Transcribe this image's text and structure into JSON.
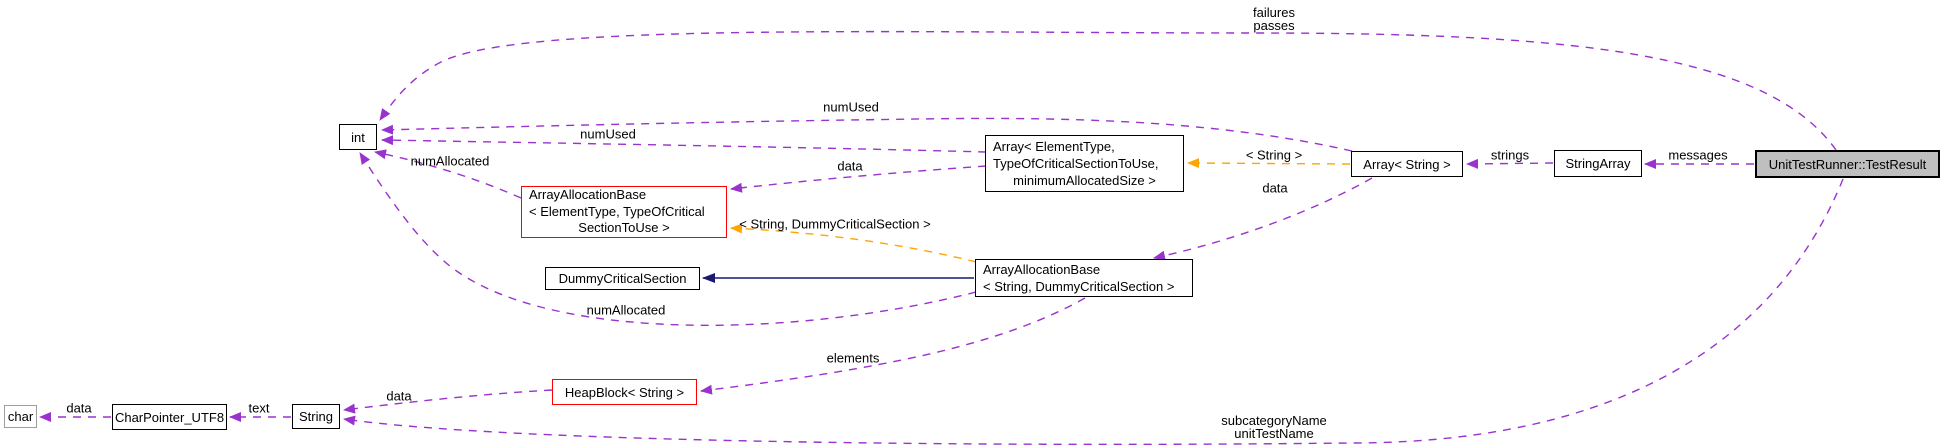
{
  "diagram": {
    "type": "collaboration-graph",
    "focus_node": "UnitTestRunner::TestResult",
    "colors": {
      "usage_edge": "#9a32cd",
      "template_edge": "#ffa500",
      "inheritance_edge": "#191970",
      "template_box_border": "#ff0000",
      "highlight_fill": "#bfbfbf",
      "external_box_border": "#9e9e9e"
    }
  },
  "nodes": {
    "int": {
      "label": "int"
    },
    "aab_et": {
      "lines": [
        "ArrayAllocationBase",
        "< ElementType, TypeOfCritical",
        "SectionToUse >"
      ]
    },
    "dummy": {
      "label": "DummyCriticalSection"
    },
    "array_et": {
      "lines": [
        "Array< ElementType,",
        "TypeOfCriticalSectionToUse,",
        "minimumAllocatedSize >"
      ]
    },
    "aab_str": {
      "lines": [
        "ArrayAllocationBase",
        "< String, DummyCriticalSection >"
      ]
    },
    "array_str": {
      "label": "Array< String >"
    },
    "string_array": {
      "label": "StringArray"
    },
    "test_result": {
      "label": "UnitTestRunner::TestResult"
    },
    "char": {
      "label": "char"
    },
    "char_pointer": {
      "label": "CharPointer_UTF8"
    },
    "string": {
      "label": "String"
    },
    "heap_block": {
      "label": "HeapBlock< String >"
    }
  },
  "edge_labels": {
    "failures_passes": "failures\npasses",
    "num_used_1": "numUsed",
    "num_used_2": "numUsed",
    "num_allocated_1": "numAllocated",
    "num_allocated_2": "numAllocated",
    "data_1": "data",
    "data_2": "data",
    "data_3": "data",
    "data_4": "data",
    "tmpl_string": "< String >",
    "tmpl_string_dcs": "< String, DummyCriticalSection >",
    "strings": "strings",
    "messages": "messages",
    "elements": "elements",
    "text": "text",
    "subcategory": "subcategoryName\nunitTestName"
  }
}
